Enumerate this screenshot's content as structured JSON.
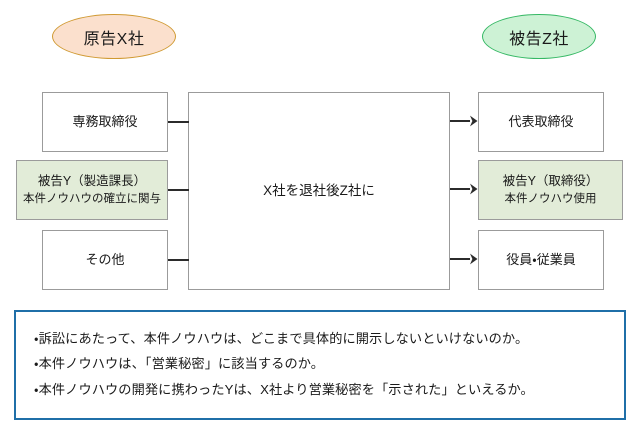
{
  "diagram": {
    "parties": {
      "plaintiff": {
        "label": "原告X社",
        "fill": "#fbe0cd",
        "stroke": "#d09a33"
      },
      "defendant": {
        "label": "被告Z社",
        "fill": "#cdf2d5",
        "stroke": "#35b864"
      }
    },
    "center": {
      "label": "X社を退社後Z社に"
    },
    "left_nodes": [
      {
        "line1": "専務取締役",
        "line2": "",
        "highlight": false
      },
      {
        "line1": "被告Y（製造課長）",
        "line2": "本件ノウハウの確立に関与",
        "highlight": true
      },
      {
        "line1": "その他",
        "line2": "",
        "highlight": false
      }
    ],
    "right_nodes": [
      {
        "line1": "代表取締役",
        "line2": "",
        "highlight": false
      },
      {
        "line1": "被告Y（取締役）",
        "line2": "本件ノウハウ使用",
        "highlight": true
      },
      {
        "line1": "役員・従業員",
        "line2": "",
        "highlight": false
      }
    ],
    "connector_color": "#2b2b2b",
    "box_stroke": "#9b9b9b",
    "highlight_fill": "#e2ecd8"
  },
  "issues_panel": {
    "border_color": "#1f6fa8",
    "items": [
      "・訴訟にあたって、本件ノウハウは、どこまで具体的に開示しないといけないのか。",
      "・本件ノウハウは、「営業秘密」に該当するのか。",
      "・本件ノウハウの開発に携わったYは、X社より営業秘密を「示された」といえるか。"
    ]
  }
}
